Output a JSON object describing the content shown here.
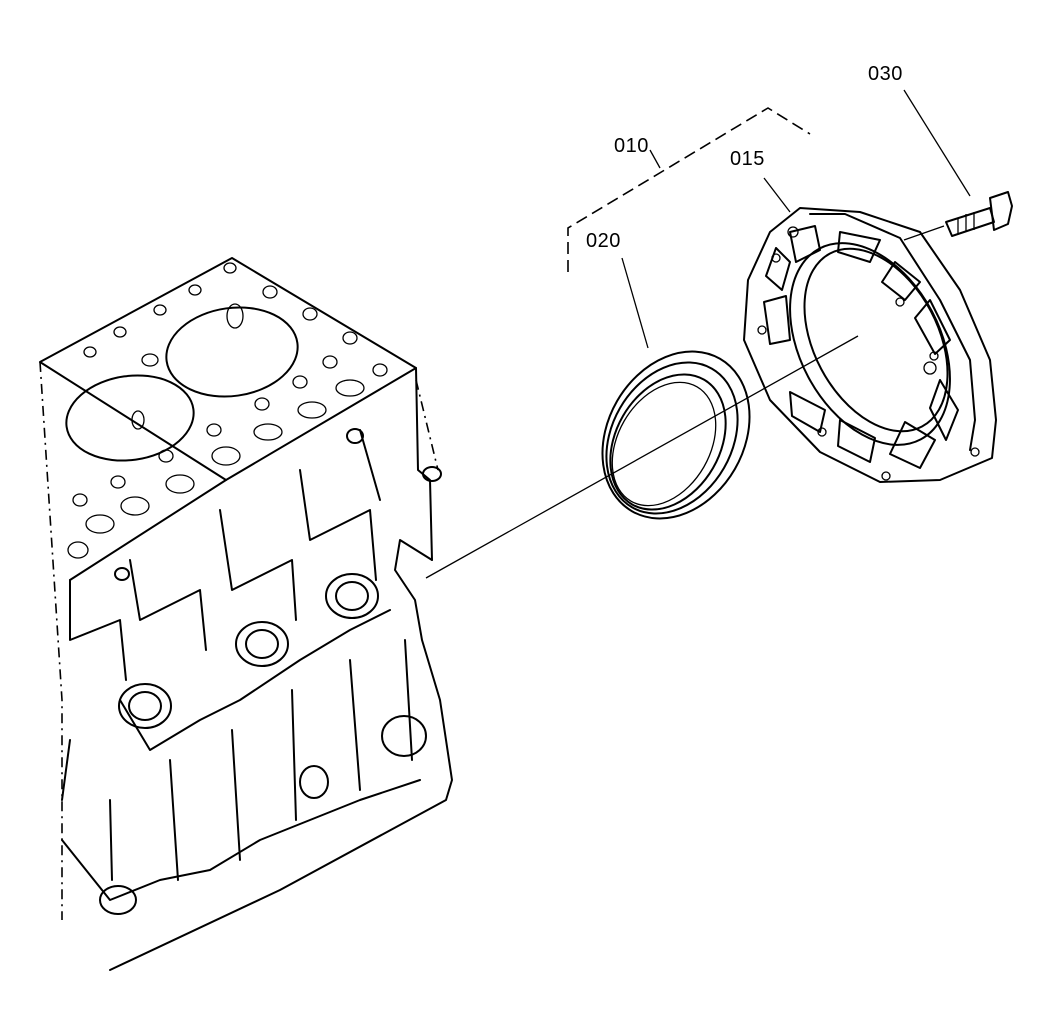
{
  "callouts": {
    "p010": "010",
    "p015": "015",
    "p020": "020",
    "p030": "030"
  },
  "colors": {
    "ink": "#000000",
    "paper": "#ffffff"
  }
}
